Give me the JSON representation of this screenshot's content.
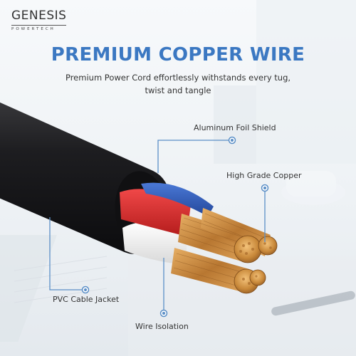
{
  "brand": {
    "name": "GENESIS",
    "tagline": "POWERTECH"
  },
  "headline": {
    "title": "PREMIUM COPPER WIRE",
    "subtitle_line1": "Premium Power Cord effortlessly withstands every tug,",
    "subtitle_line2": "twist and tangle"
  },
  "callouts": {
    "aluminum": "Aluminum Foil Shield",
    "copper": "High Grade Copper",
    "jacket": "PVC Cable Jacket",
    "isolation": "Wire Isolation"
  },
  "colors": {
    "title": "#3b78c2",
    "callout_line": "#5b8fc7",
    "jacket": "#1c1c1e",
    "wire_red": "#d62b2b",
    "wire_blue": "#2f5bb8",
    "wire_white": "#f4f4f4",
    "copper": "#c98a3c"
  }
}
